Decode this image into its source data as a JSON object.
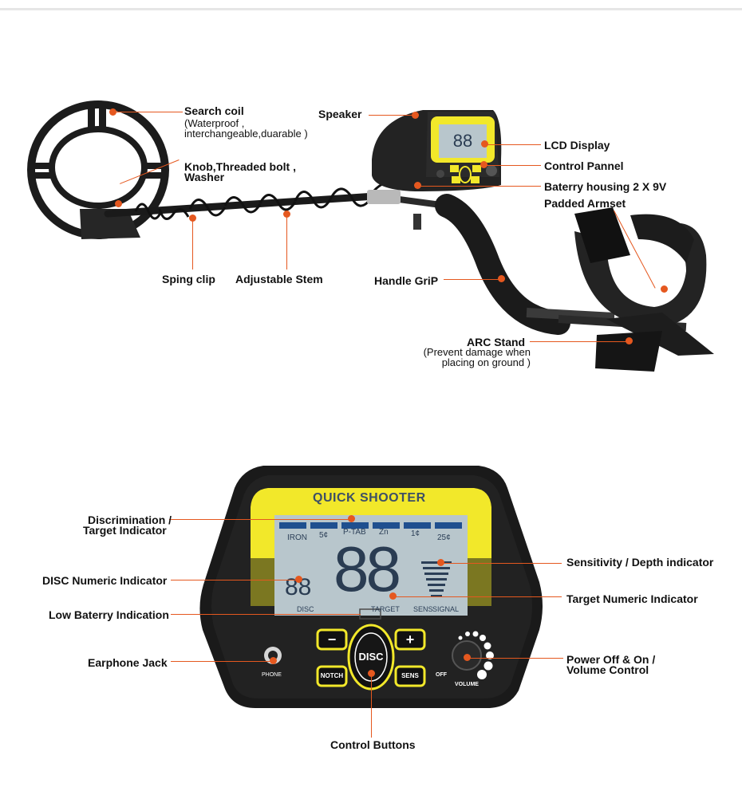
{
  "product": {
    "brand_label": "QUICK SHOOTER",
    "disc_button": "DISC",
    "notch_button": "NOTCH",
    "sens_button": "SENS",
    "minus_symbol": "−",
    "plus_symbol": "+",
    "phone_label": "PHONE",
    "volume_label": "VOLUME",
    "off_label": "OFF",
    "lcd": {
      "categories": [
        "IRON",
        "5¢",
        "P-TAB",
        "Zn",
        "1¢",
        "25¢"
      ],
      "main_digits": "88",
      "disc_digits": "88",
      "disc_caption": "DISC",
      "target_caption": "TARGET",
      "sens_caption": "SENS",
      "signal_caption": "SIGNAL"
    }
  },
  "callouts_top": {
    "search_coil": "Search coil",
    "search_coil_note_1": "(Waterproof ,",
    "search_coil_note_2": "interchangeable,duarable )",
    "knob_1": "Knob,Threaded bolt ,",
    "knob_2": "Washer",
    "speaker": "Speaker",
    "lcd_display": "LCD Display",
    "control_pannel": "Control Pannel",
    "battery_housing": "Baterry housing 2 X 9V",
    "padded_armset": "Padded Armset",
    "sping_clip": "Sping clip",
    "adjustable_stem": "Adjustable Stem",
    "handle_grip": "Handle GriP",
    "arc_stand": "ARC Stand",
    "arc_note_1": "(Prevent damage when",
    "arc_note_2": "placing on ground )"
  },
  "callouts_bottom": {
    "discrimination_1": "Discrimination /",
    "discrimination_2": "Target Indicator",
    "disc_numeric": "DISC Numeric Indicator",
    "low_battery": "Low Baterry Indication",
    "earphone_jack": "Earphone Jack",
    "sensitivity": "Sensitivity / Depth indicator",
    "target_numeric": "Target Numeric Indicator",
    "power_1": "Power Off & On /",
    "power_2": "Volume Control",
    "control_buttons": "Control Buttons"
  },
  "colors": {
    "accent": "#e5581f",
    "body": "#1b1b1b",
    "lcd": "#b8c6cc",
    "yellow": "#f2e82a",
    "segment": "#1f4f8f"
  }
}
